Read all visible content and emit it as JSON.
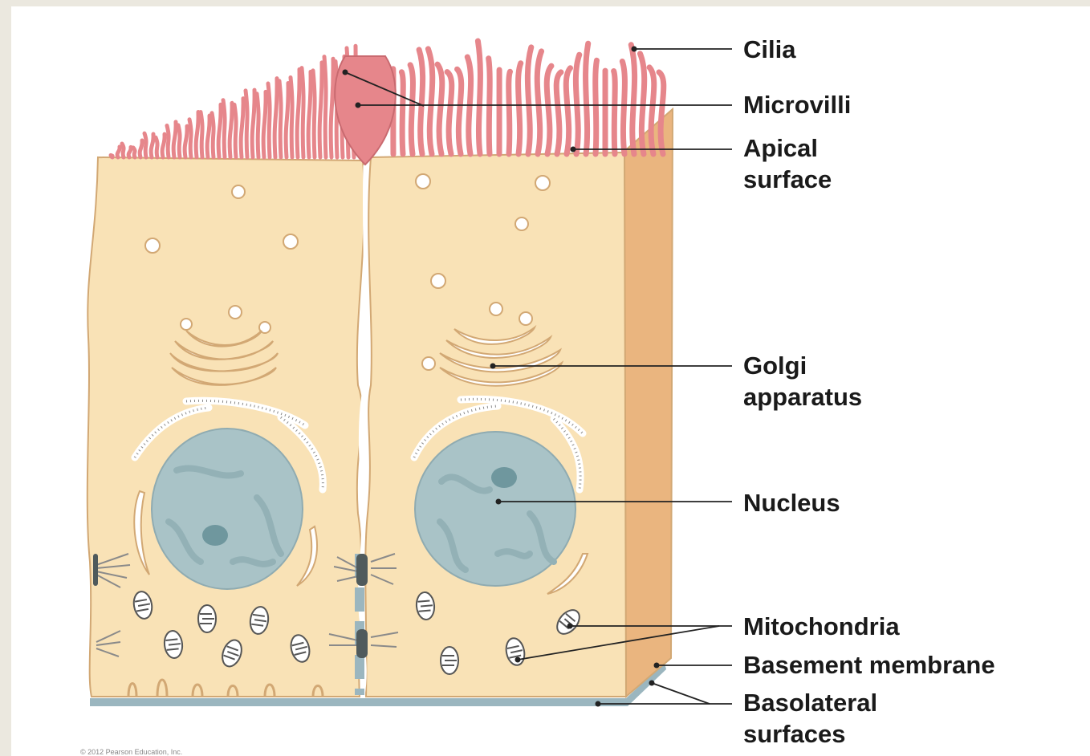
{
  "labels": {
    "cilia": "Cilia",
    "microvilli": "Microvilli",
    "apical_surface": "Apical\nsurface",
    "golgi_apparatus": "Golgi\napparatus",
    "nucleus": "Nucleus",
    "mitochondria": "Mitochondria",
    "basement_membrane": "Basement membrane",
    "basolateral_surfaces": "Basolateral\nsurfaces"
  },
  "copyright": "© 2012 Pearson Education, Inc.",
  "colors": {
    "cytoplasm": "#f9e2b6",
    "cell_outline": "#d2a874",
    "side_face": "#eab57f",
    "microvilli": "#e6868b",
    "nucleus": "#a9c3c7",
    "basement": "#9bb6bf",
    "leader_line": "#222222"
  }
}
